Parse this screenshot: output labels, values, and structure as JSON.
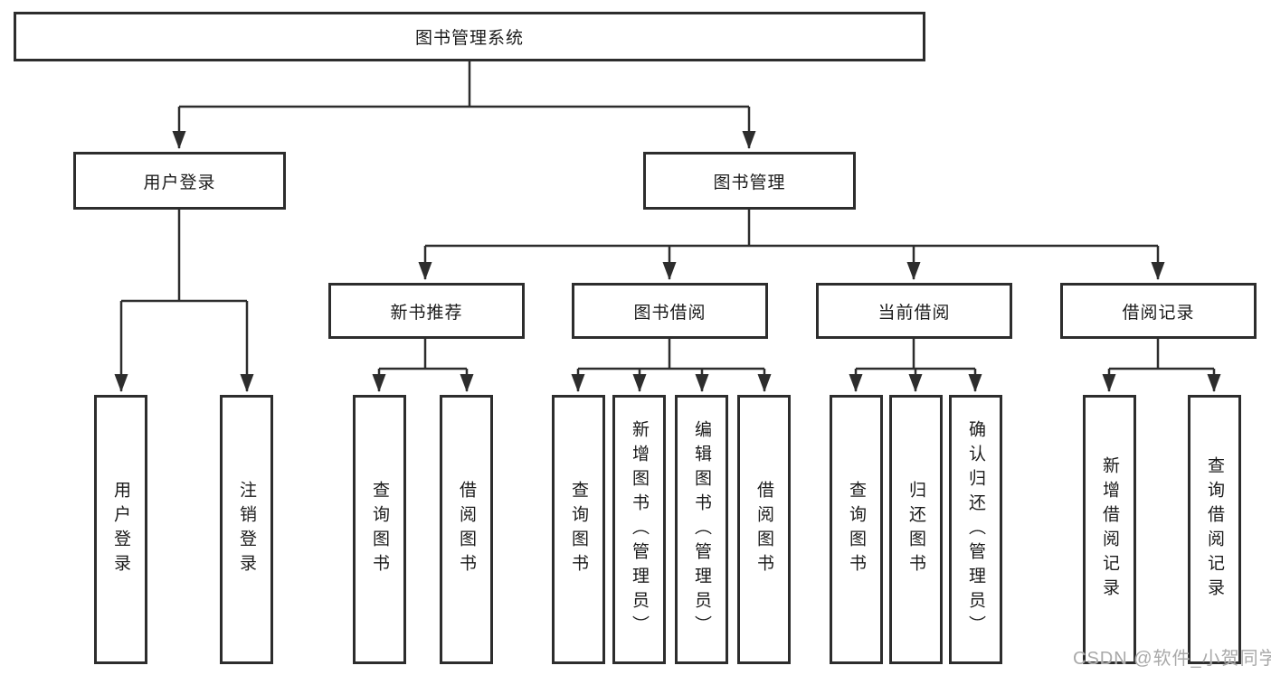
{
  "tree": {
    "root": {
      "label": "图书管理系统"
    },
    "branches": [
      {
        "label": "用户登录",
        "leaves": [
          "用户登录",
          "注销登录"
        ]
      },
      {
        "label": "图书管理",
        "groups": [
          {
            "label": "新书推荐",
            "leaves": [
              "查询图书",
              "借阅图书"
            ]
          },
          {
            "label": "图书借阅",
            "leaves": [
              "查询图书",
              "新增图书（管理员）",
              "编辑图书（管理员）",
              "借阅图书"
            ]
          },
          {
            "label": "当前借阅",
            "leaves": [
              "查询图书",
              "归还图书",
              "确认归还（管理员）"
            ]
          },
          {
            "label": "借阅记录",
            "leaves": [
              "新增借阅记录",
              "查询借阅记录"
            ]
          }
        ]
      }
    ]
  },
  "watermark": {
    "text": "CSDN @软件_小贺同学"
  },
  "colors": {
    "line": "#2d2d2d",
    "box_border": "#2d2d2d",
    "box_fill": "#ffffff",
    "text": "#1b1b1b",
    "watermark": "#a9a9a9"
  }
}
